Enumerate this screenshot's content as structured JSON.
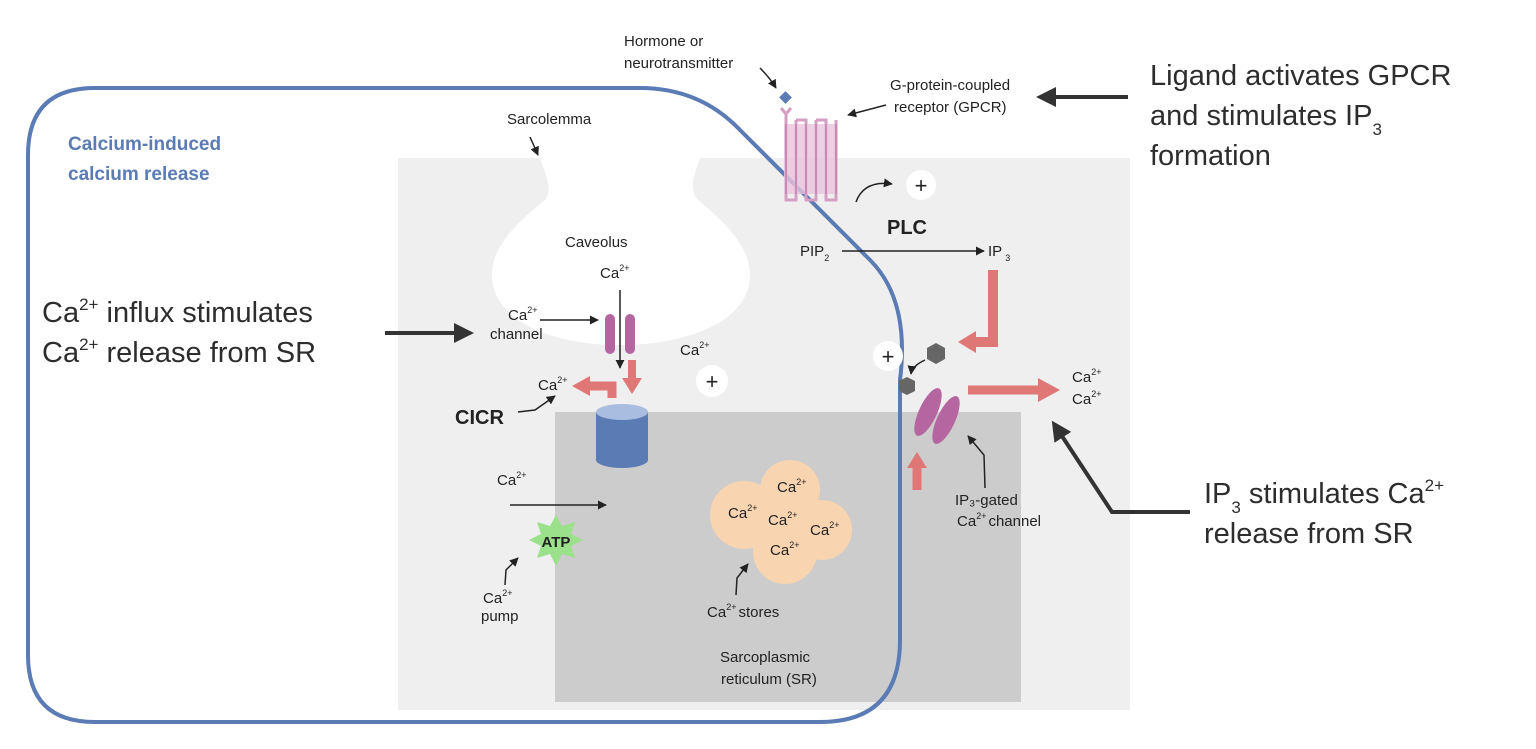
{
  "diagram": {
    "region_title": [
      "Calcium-induced",
      "calcium release"
    ],
    "labels": {
      "hormone": [
        "Hormone or",
        "neurotransmitter"
      ],
      "gpcr": [
        "G-protein-coupled",
        "receptor (GPCR)"
      ],
      "sarcolemma": "Sarcolemma",
      "caveolus": "Caveolus",
      "ca": "Ca",
      "two_plus": "2+",
      "ca_channel": "channel",
      "cicr": "CICR",
      "plc": "PLC",
      "pip": "PIP",
      "sub2": "2",
      "ip": "IP",
      "sub3": "3",
      "atp": "ATP",
      "pump": "pump",
      "stores": "stores",
      "ip3_gated": [
        "IP₃-gated",
        "channel"
      ],
      "sr": [
        "Sarcoplasmic",
        "reticulum (SR)"
      ],
      "plus": "+"
    },
    "callouts": {
      "ligand": [
        "Ligand activates GPCR",
        "and stimulates IP",
        "3",
        "formation"
      ],
      "influx": [
        "Ca",
        "2+",
        " influx stimulates",
        "Ca",
        "2+",
        " release from SR"
      ],
      "ip3": [
        "IP",
        "3",
        " stimulates Ca",
        "2+",
        "release from SR"
      ]
    },
    "colors": {
      "region_border": "#5b7bb5",
      "cell": "#efefef",
      "sr": "#cccccc",
      "gpcr": "#d59fc4",
      "channel": "#b565a0",
      "red_arrow": "#e07777",
      "ryr": "#5b7bb5",
      "atp": "#9be08a",
      "stores": "#f8d4b1"
    }
  }
}
